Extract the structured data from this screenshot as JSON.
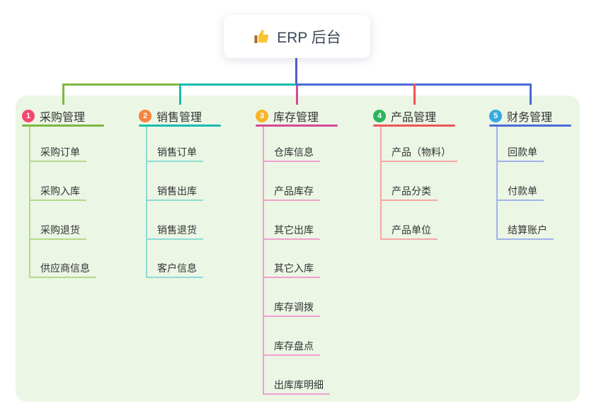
{
  "root": {
    "label": "ERP 后台",
    "icon": "thumbs-up-icon",
    "icon_colors": {
      "hand": "#fbc531",
      "cuff": "#a46a2e"
    },
    "text_color": "#3c4858"
  },
  "canvas": {
    "background": "#ffffff"
  },
  "panel": {
    "background": "#ebf6e5"
  },
  "connector": {
    "stem_color": "#4e5ed6"
  },
  "branches": [
    {
      "index": "1",
      "label": "采购管理",
      "badge_color": "#f2486e",
      "line_color": "#7db842",
      "child_line_color": "#b4d989",
      "children": [
        "采购订单",
        "采购入库",
        "采购退货",
        "供应商信息"
      ]
    },
    {
      "index": "2",
      "label": "销售管理",
      "badge_color": "#f6833d",
      "line_color": "#18bcae",
      "child_line_color": "#8ddbd2",
      "children": [
        "销售订单",
        "销售出库",
        "销售退货",
        "客户信息"
      ]
    },
    {
      "index": "3",
      "label": "库存管理",
      "badge_color": "#f8b42c",
      "line_color": "#d44a97",
      "child_line_color": "#efa0cd",
      "children": [
        "仓库信息",
        "产品库存",
        "其它出库",
        "其它入库",
        "库存调拨",
        "库存盘点",
        "出库库明细"
      ]
    },
    {
      "index": "4",
      "label": "产品管理",
      "badge_color": "#2bb55c",
      "line_color": "#f05456",
      "child_line_color": "#f7a7a4",
      "children": [
        "产品（物料）",
        "产品分类",
        "产品单位"
      ]
    },
    {
      "index": "5",
      "label": "财务管理",
      "badge_color": "#36a9e1",
      "line_color": "#4a6bd8",
      "child_line_color": "#a0b2ea",
      "children": [
        "回款单",
        "付款单",
        "结算账户"
      ]
    }
  ]
}
